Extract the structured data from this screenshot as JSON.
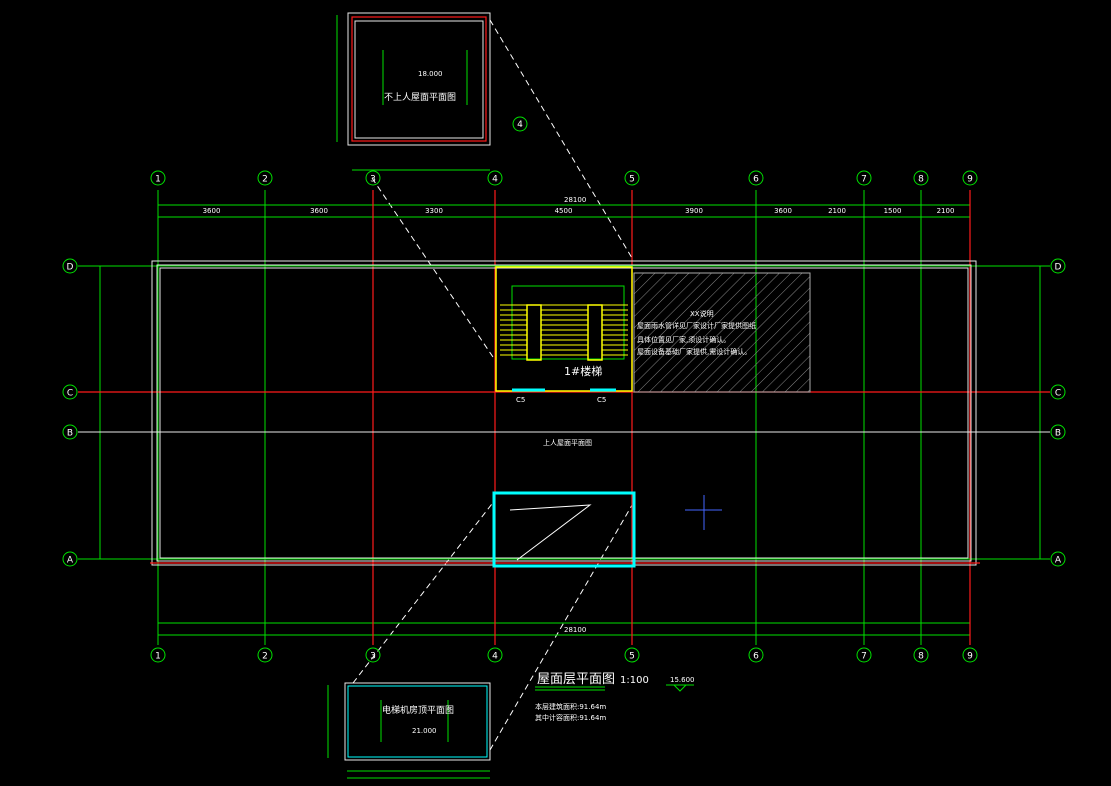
{
  "drawing": {
    "title": "屋面层平面图",
    "scale": "1:100",
    "level_mark": "15.600",
    "area_total": "本层建筑面积:91.64m",
    "area_counted": "其中计容面积:91.64m",
    "stair_label": "1#楼梯",
    "upper_roof_label": "上人屋面平面图",
    "window_left": "C5",
    "window_right": "C5",
    "note_title": "XX说明",
    "note_lines": [
      "屋面雨水管详见厂家设计厂家提供图纸",
      "具体位置见厂家,须设计确认。",
      "屋面设备基础厂家提供,需设计确认。"
    ]
  },
  "grid": {
    "columns": [
      "1",
      "2",
      "3",
      "4",
      "5",
      "6",
      "7",
      "8",
      "9"
    ],
    "rows": [
      "D",
      "C",
      "B",
      "A"
    ]
  },
  "dimensions": {
    "top": [
      "3600",
      "3600",
      "3300",
      "4500",
      "3900",
      "3600",
      "2100",
      "1500",
      "2100"
    ],
    "overall": "28100"
  },
  "insets": {
    "top_label": "不上人屋面平面图",
    "top_level": "18.000",
    "top_detail": "4",
    "bottom_label": "电梯机房顶平面图",
    "bottom_level": "21.000"
  }
}
